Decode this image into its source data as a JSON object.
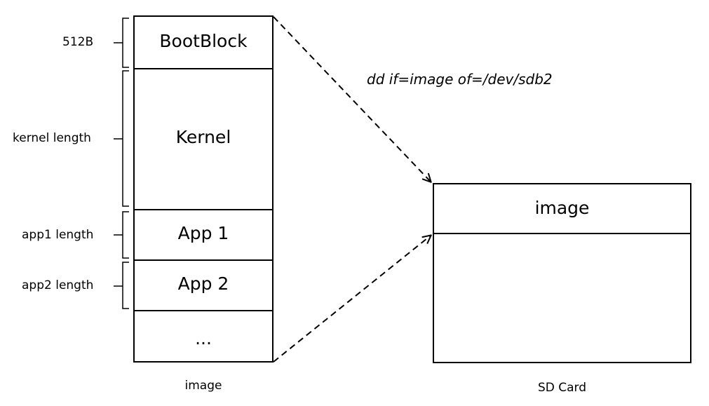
{
  "image_stack": {
    "caption": "image",
    "segments": [
      {
        "label": "BootBlock",
        "size_label": "512B"
      },
      {
        "label": "Kernel",
        "size_label": "kernel length"
      },
      {
        "label": "App 1",
        "size_label": "app1 length"
      },
      {
        "label": "App 2",
        "size_label": "app2 length"
      },
      {
        "label": "...",
        "size_label": ""
      }
    ]
  },
  "command": "dd if=image of=/dev/sdb2",
  "sd_card": {
    "caption": "SD Card",
    "region_label": "image"
  }
}
